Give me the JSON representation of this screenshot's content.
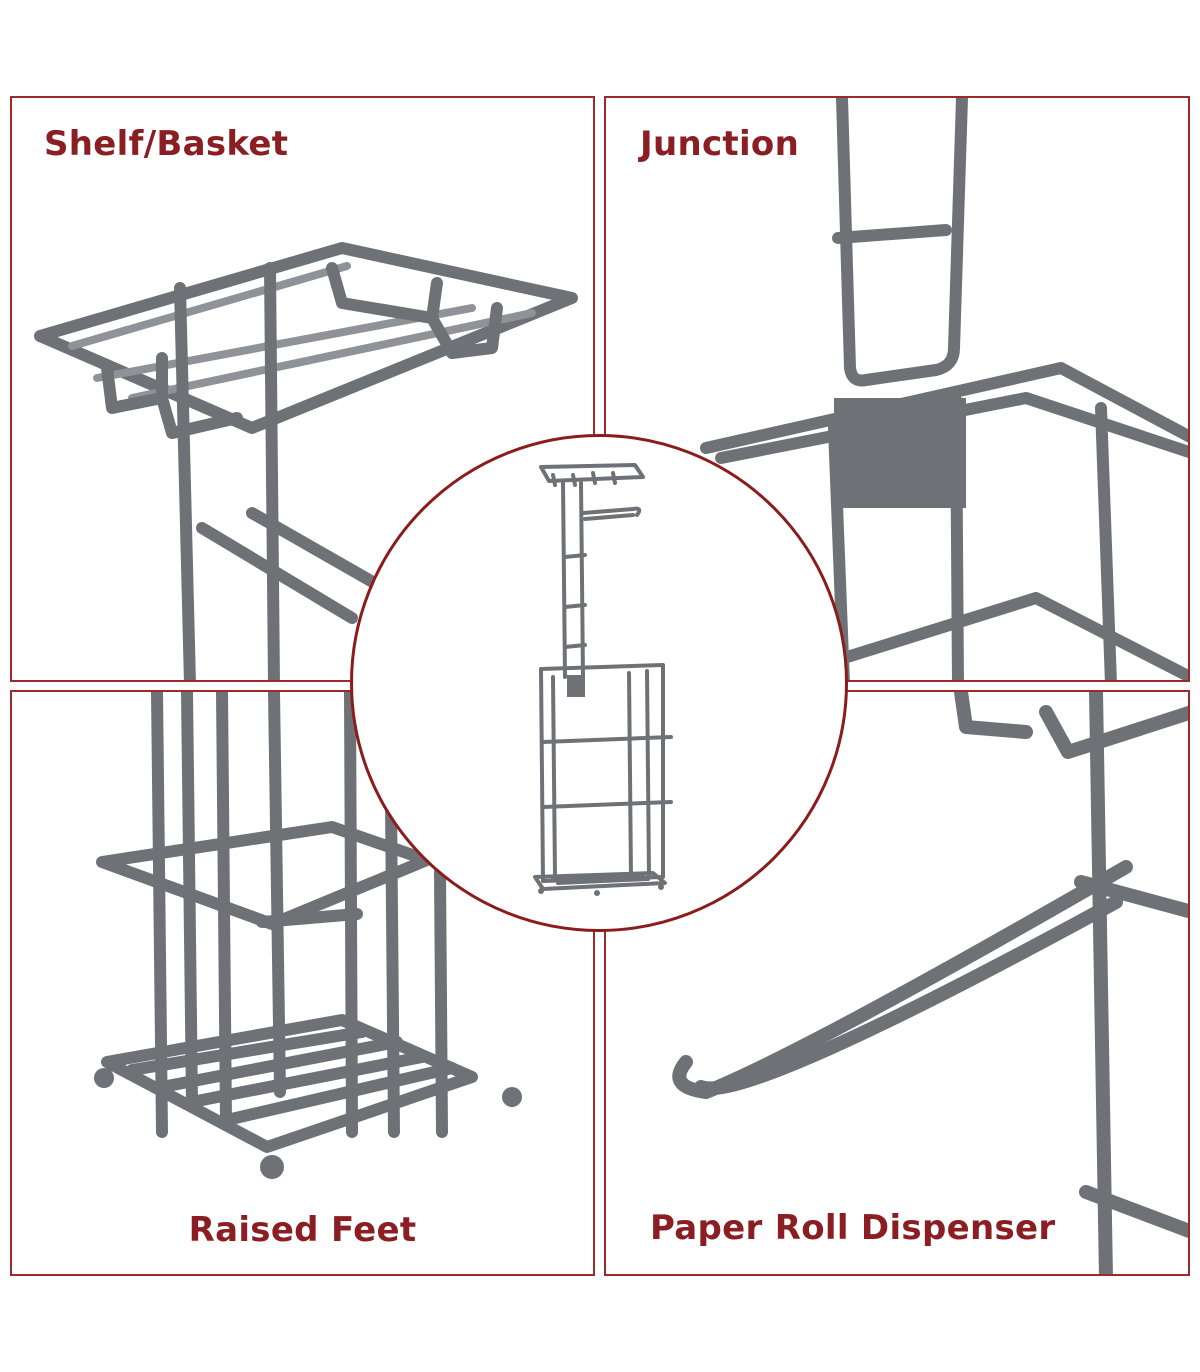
{
  "colors": {
    "accent": "#8b1e22",
    "border": "#9b2b2b",
    "wire": "#6e7277"
  },
  "panels": {
    "shelf_basket": {
      "label": "Shelf/Basket"
    },
    "junction": {
      "label": "Junction"
    },
    "raised_feet": {
      "label": "Raised Feet"
    },
    "paper_roll_dispenser": {
      "label": "Paper Roll Dispenser"
    }
  },
  "center": {
    "icon": "toilet-paper-stand-icon"
  }
}
